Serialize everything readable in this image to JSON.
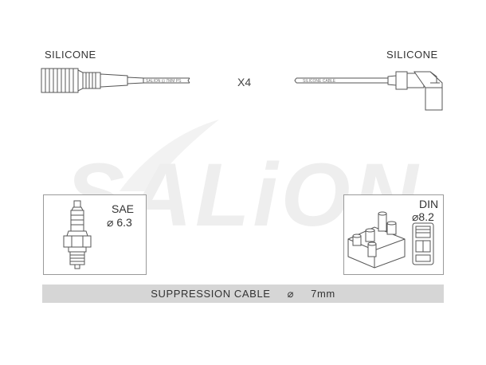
{
  "watermark": {
    "text": "SALiON",
    "color": "#eeeeee"
  },
  "left_end": {
    "label": "SILICONE",
    "cable_print": "SALION ⊡ 7MM PS"
  },
  "right_end": {
    "label": "SILICONE",
    "cable_print": "SILICONE CABLE"
  },
  "quantity": "X4",
  "plug_box": {
    "standard": "SAE",
    "size": "⌀ 6.3"
  },
  "din_box": {
    "standard": "DIN",
    "size": "⌀8.2"
  },
  "footer": {
    "prefix": "SUPPRESSION CABLE",
    "diameter_symbol": "⌀",
    "value": "7mm"
  },
  "colors": {
    "line": "#555555",
    "box_border": "#9a9a9a",
    "footer_bar": "#d6d6d6"
  }
}
